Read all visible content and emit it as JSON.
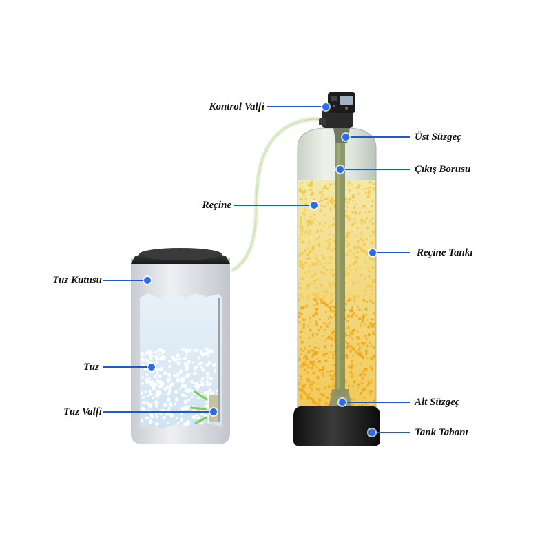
{
  "labels": {
    "kontrol_valfi": "Kontrol Valfi",
    "ust_suzgec": "Üst Süzgeç",
    "cikis_borusu": "Çıkış Borusu",
    "recine_left": "Reçine",
    "recine_tanki": "Reçine Tankı",
    "tuz_kutusu": "Tuz Kutusu",
    "tuz": "Tuz",
    "tuz_valfi": "Tuz Valfi",
    "alt_suzgec": "Alt Süzgeç",
    "tank_tabani": "Tank Tabanı"
  },
  "colors": {
    "leader_line": "#1a5ad8",
    "marker": "#2a6cf0",
    "resin": "#f2c32a",
    "salt_water": "#dbeaf6",
    "tank_body": "#dfe6dc",
    "tank_base": "#1e1e1e",
    "hose": "#e6f2d4"
  }
}
